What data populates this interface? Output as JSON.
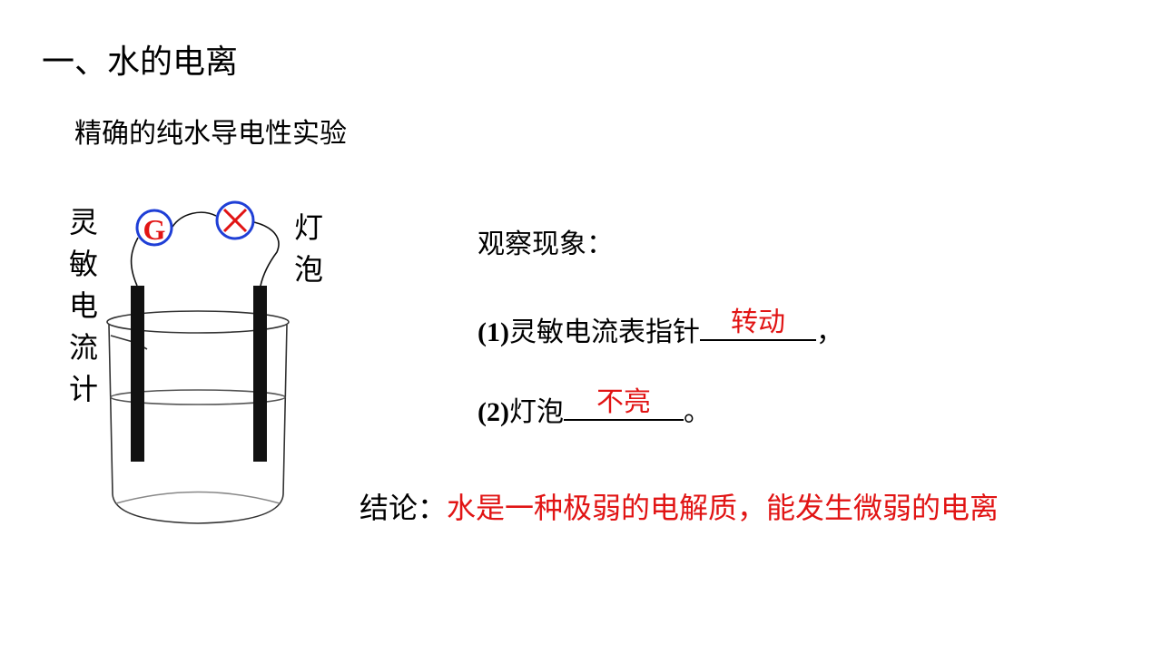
{
  "title": "一、水的电离",
  "subtitle": "精确的纯水导电性实验",
  "galvanometer_label": [
    "灵",
    "敏",
    "电",
    "流",
    "计"
  ],
  "bulb_label": [
    "灯",
    "泡"
  ],
  "meter_symbol": "G",
  "observe": "观察现象：",
  "q1": {
    "num": "(1)",
    "text": "灵敏电流表指针",
    "answer": "转动",
    "end": "，"
  },
  "q2": {
    "num": "(2)",
    "text": "灯泡",
    "answer": "不亮",
    "end": "。"
  },
  "conclusion": {
    "label": "结论：",
    "text": "水是一种极弱的电解质，能发生微弱的电离"
  },
  "colors": {
    "answer": "#e11414",
    "circle": "#1f3fd6",
    "electrode": "#111111"
  }
}
